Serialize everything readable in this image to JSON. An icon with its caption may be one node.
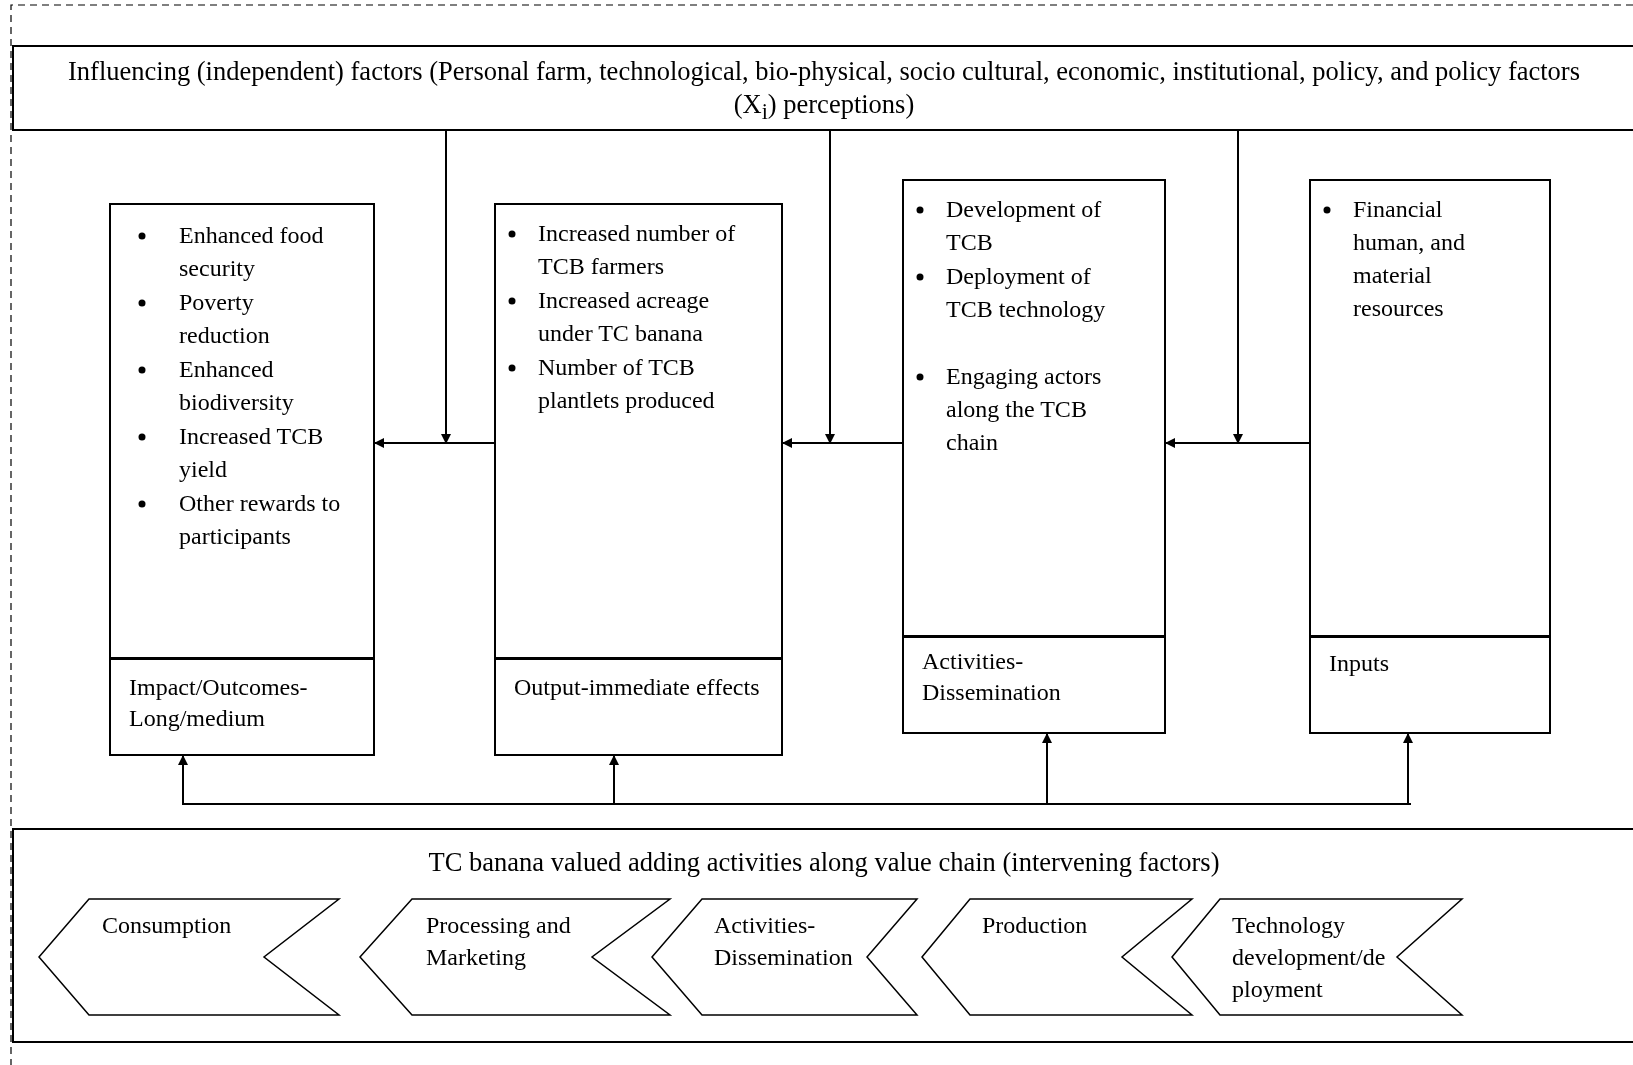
{
  "diagram": {
    "nodes": [
      {
        "text": [
          "Influencing (independent) factors (Personal farm, technological, bio-physical, socio cultural, economic, institutional, policy, and policy factors (X$_{i}$) perceptions)"
        ]
      },
      {
        "text": [
          "Enhanced food security",
          "Poverty reduction",
          "Enhanced biodiversity",
          "Increased TCB yield",
          "Other rewards to participants",
          "Impact/Outcomes- Long/medium"
        ]
      },
      {
        "text": [
          "Increased number of TCB farmers",
          "Increased acreage under TC banana",
          "Number of TCB plantlets produced",
          "Output-immediate effects"
        ]
      },
      {
        "text": [
          "Development of TCB",
          "Deployment of TCB technology",
          "Engaging actors along the TCB chain",
          "Activities- Dissemination"
        ]
      },
      {
        "text": [
          "Financial human, and material resources",
          "Inputs"
        ]
      },
      {
        "text": [
          "TC banana valued adding activities along value chain (intervening factors)"
        ]
      },
      {
        "text": [
          "Consumption"
        ],
        "in": 5
      },
      {
        "text": [
          "Processing and Marketing"
        ],
        "in": 5
      },
      {
        "text": [
          "Activities- Dissemination"
        ],
        "in": 5
      },
      {
        "text": [
          "Production"
        ],
        "in": 5
      },
      {
        "text": [
          "Technology development/deployment"
        ],
        "in": 5
      }
    ],
    "edges": [
      {
        "from": 4,
        "to": 3,
        "arrow": "to"
      },
      {
        "from": 3,
        "to": 2,
        "arrow": "to"
      },
      {
        "from": 2,
        "to": 1,
        "arrow": "to"
      },
      {
        "from": 0,
        "to": null,
        "arrow": "to"
      },
      {
        "from": 0,
        "to": null,
        "arrow": "to"
      },
      {
        "from": 0,
        "to": null,
        "arrow": "to"
      },
      {
        "from": null,
        "to": 1,
        "arrow": "to"
      },
      {
        "from": null,
        "to": 2,
        "arrow": "to"
      },
      {
        "from": null,
        "to": 3,
        "arrow": "to"
      },
      {
        "from": null,
        "to": 4,
        "arrow": "to"
      }
    ]
  }
}
